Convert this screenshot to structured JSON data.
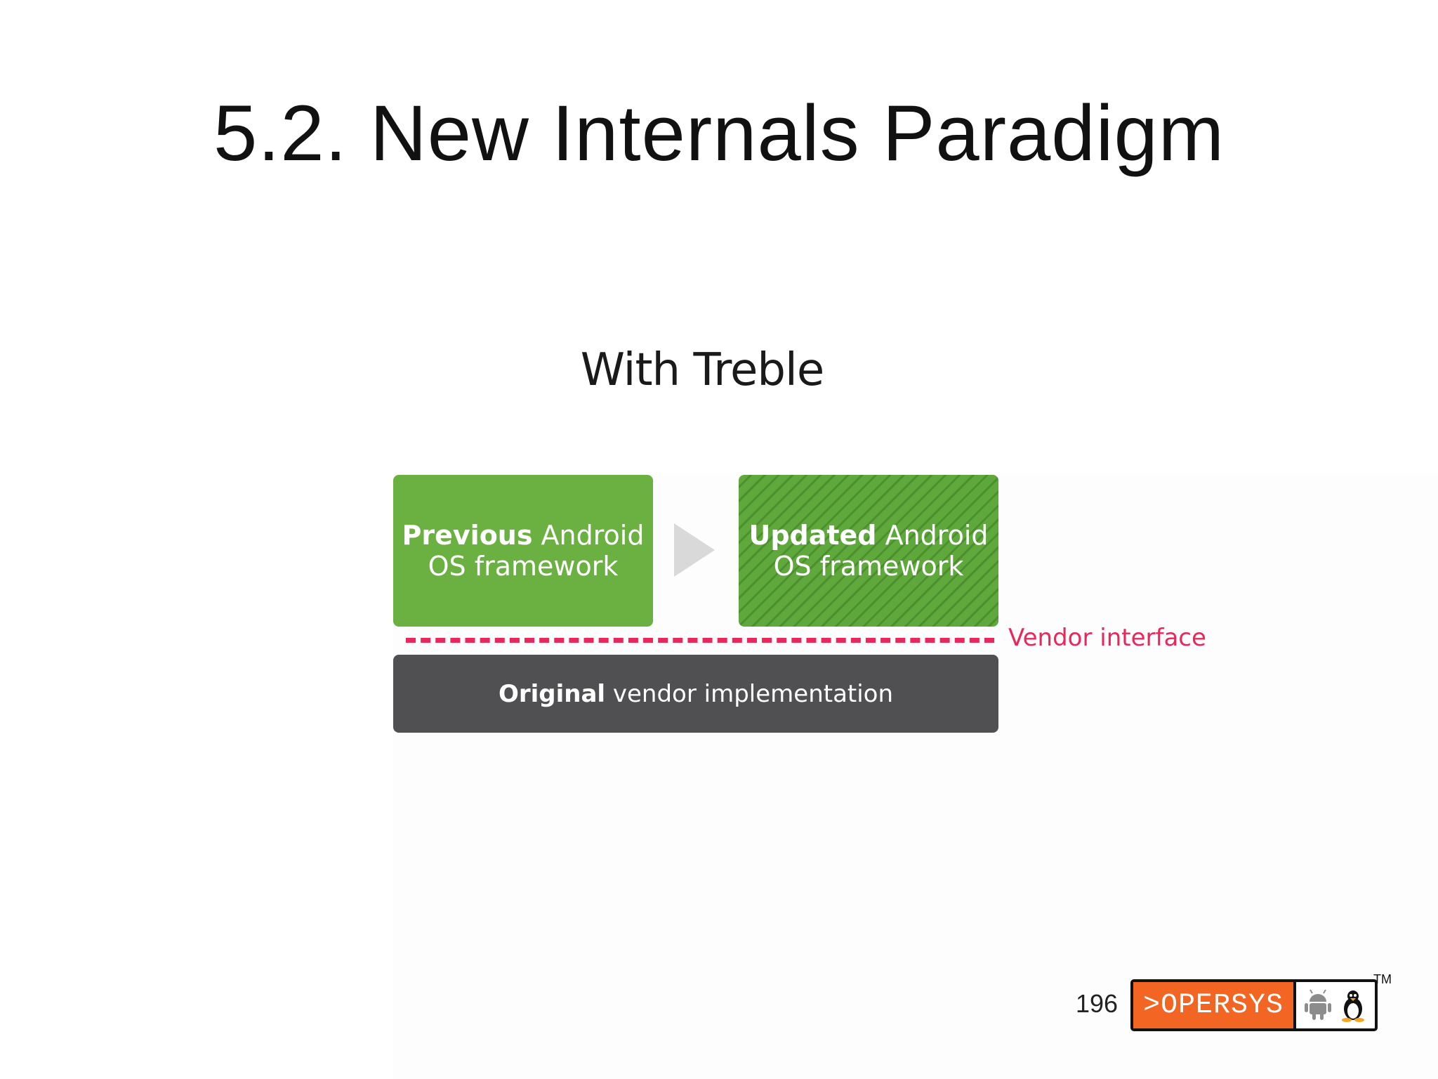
{
  "slide": {
    "title": "5.2. New Internals Paradigm",
    "page_number": "196"
  },
  "diagram": {
    "title": "With Treble",
    "previous_box": {
      "bold": "Previous",
      "rest1": " Android",
      "line2": "OS framework",
      "color": "#6ab142"
    },
    "updated_box": {
      "bold": "Updated",
      "rest1": " Android",
      "line2": "OS framework",
      "color": "#5fa83c"
    },
    "vendor_interface_label": "Vendor interface",
    "vendor_interface_color": "#e8285a",
    "vendor_box": {
      "bold": "Original",
      "rest": " vendor implementation",
      "color": "#505052"
    },
    "arrow_icon": "play-triangle-icon"
  },
  "logo": {
    "text": ">OPERSYS",
    "trademark": "TM",
    "accent": "#f26522",
    "icons": [
      "android-icon",
      "tux-penguin-icon"
    ]
  }
}
